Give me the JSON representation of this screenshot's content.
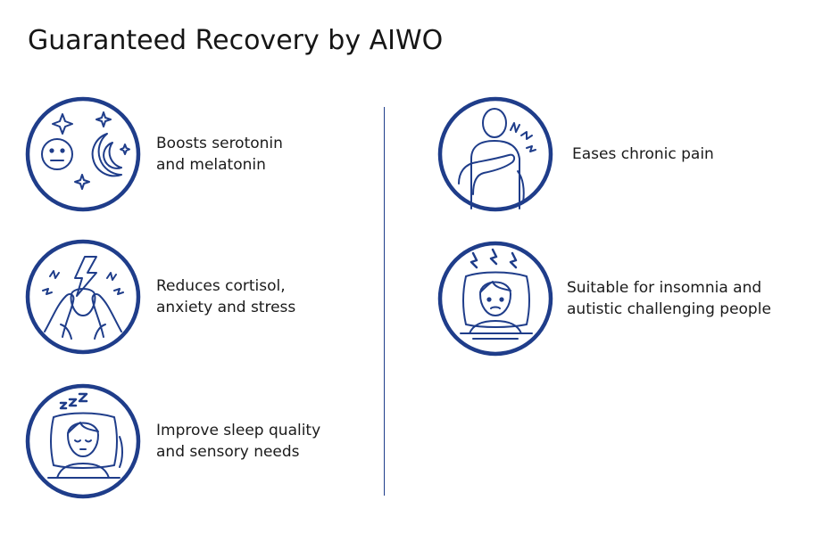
{
  "title": "Guaranteed Recovery by AIWO",
  "colors": {
    "accent": "#1f3d8a",
    "text": "#1b1b1b"
  },
  "benefits": [
    {
      "icon": "sun-moon-stars-icon",
      "label": "Boosts serotonin\nand melatonin"
    },
    {
      "icon": "stressed-person-lightning-icon",
      "label": "Reduces cortisol,\nanxiety and stress"
    },
    {
      "icon": "sleeping-child-icon",
      "label": "Improve sleep quality\nand sensory needs"
    },
    {
      "icon": "chronic-pain-person-icon",
      "label": "Eases chronic pain"
    },
    {
      "icon": "insomnia-child-icon",
      "label": "Suitable for insomnia and\nautistic challenging people"
    }
  ]
}
